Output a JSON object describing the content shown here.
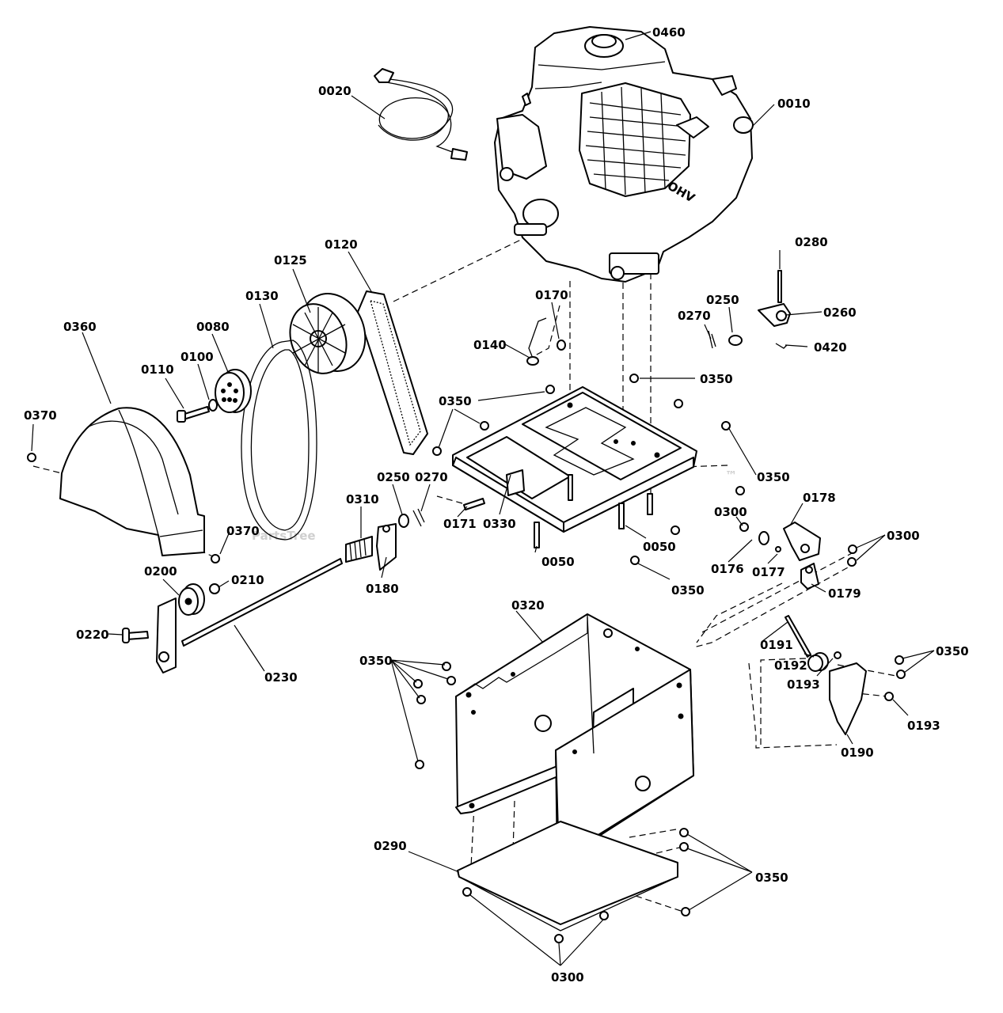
{
  "watermark": {
    "text": "PartsTree",
    "mark": "™"
  },
  "callouts": {
    "c0460": "0460",
    "c0020": "0020",
    "c0010": "0010",
    "c0280": "0280",
    "c0125": "0125",
    "c0120": "0120",
    "c0130": "0130",
    "c0080": "0080",
    "c0360": "0360",
    "c0170": "0170",
    "c0250a": "0250",
    "c0260": "0260",
    "c0270a": "0270",
    "c0420": "0420",
    "c0110": "0110",
    "c0100": "0100",
    "c0140": "0140",
    "c0350a": "0350",
    "c0350b": "0350",
    "c0370a": "0370",
    "c0350c": "0350",
    "c0250b": "0250",
    "c0270b": "0270",
    "c0310": "0310",
    "c0178": "0178",
    "c0300a": "0300",
    "c0300b": "0300",
    "c0171": "0171",
    "c0330": "0330",
    "c0050a": "0050",
    "c0370b": "0370",
    "c0050b": "0050",
    "c0176": "0176",
    "c0177": "0177",
    "c0200": "0200",
    "c0210": "0210",
    "c0180": "0180",
    "c0350d": "0350",
    "c0179": "0179",
    "c0220": "0220",
    "c0320": "0320",
    "c0191": "0191",
    "c0350e": "0350",
    "c0192": "0192",
    "c0350f": "0350",
    "c0230": "0230",
    "c0193a": "0193",
    "c0193b": "0193",
    "c0190": "0190",
    "c0290": "0290",
    "c0350g": "0350",
    "c0300c": "0300"
  },
  "icons": {
    "engine": "engine-icon",
    "power-cord": "power-cord-icon",
    "belt": "belt-icon",
    "pulley": "pulley-icon",
    "belt-cover": "belt-cover-icon",
    "bolt": "bolt-icon",
    "spring": "spring-icon",
    "frame": "frame-icon"
  }
}
